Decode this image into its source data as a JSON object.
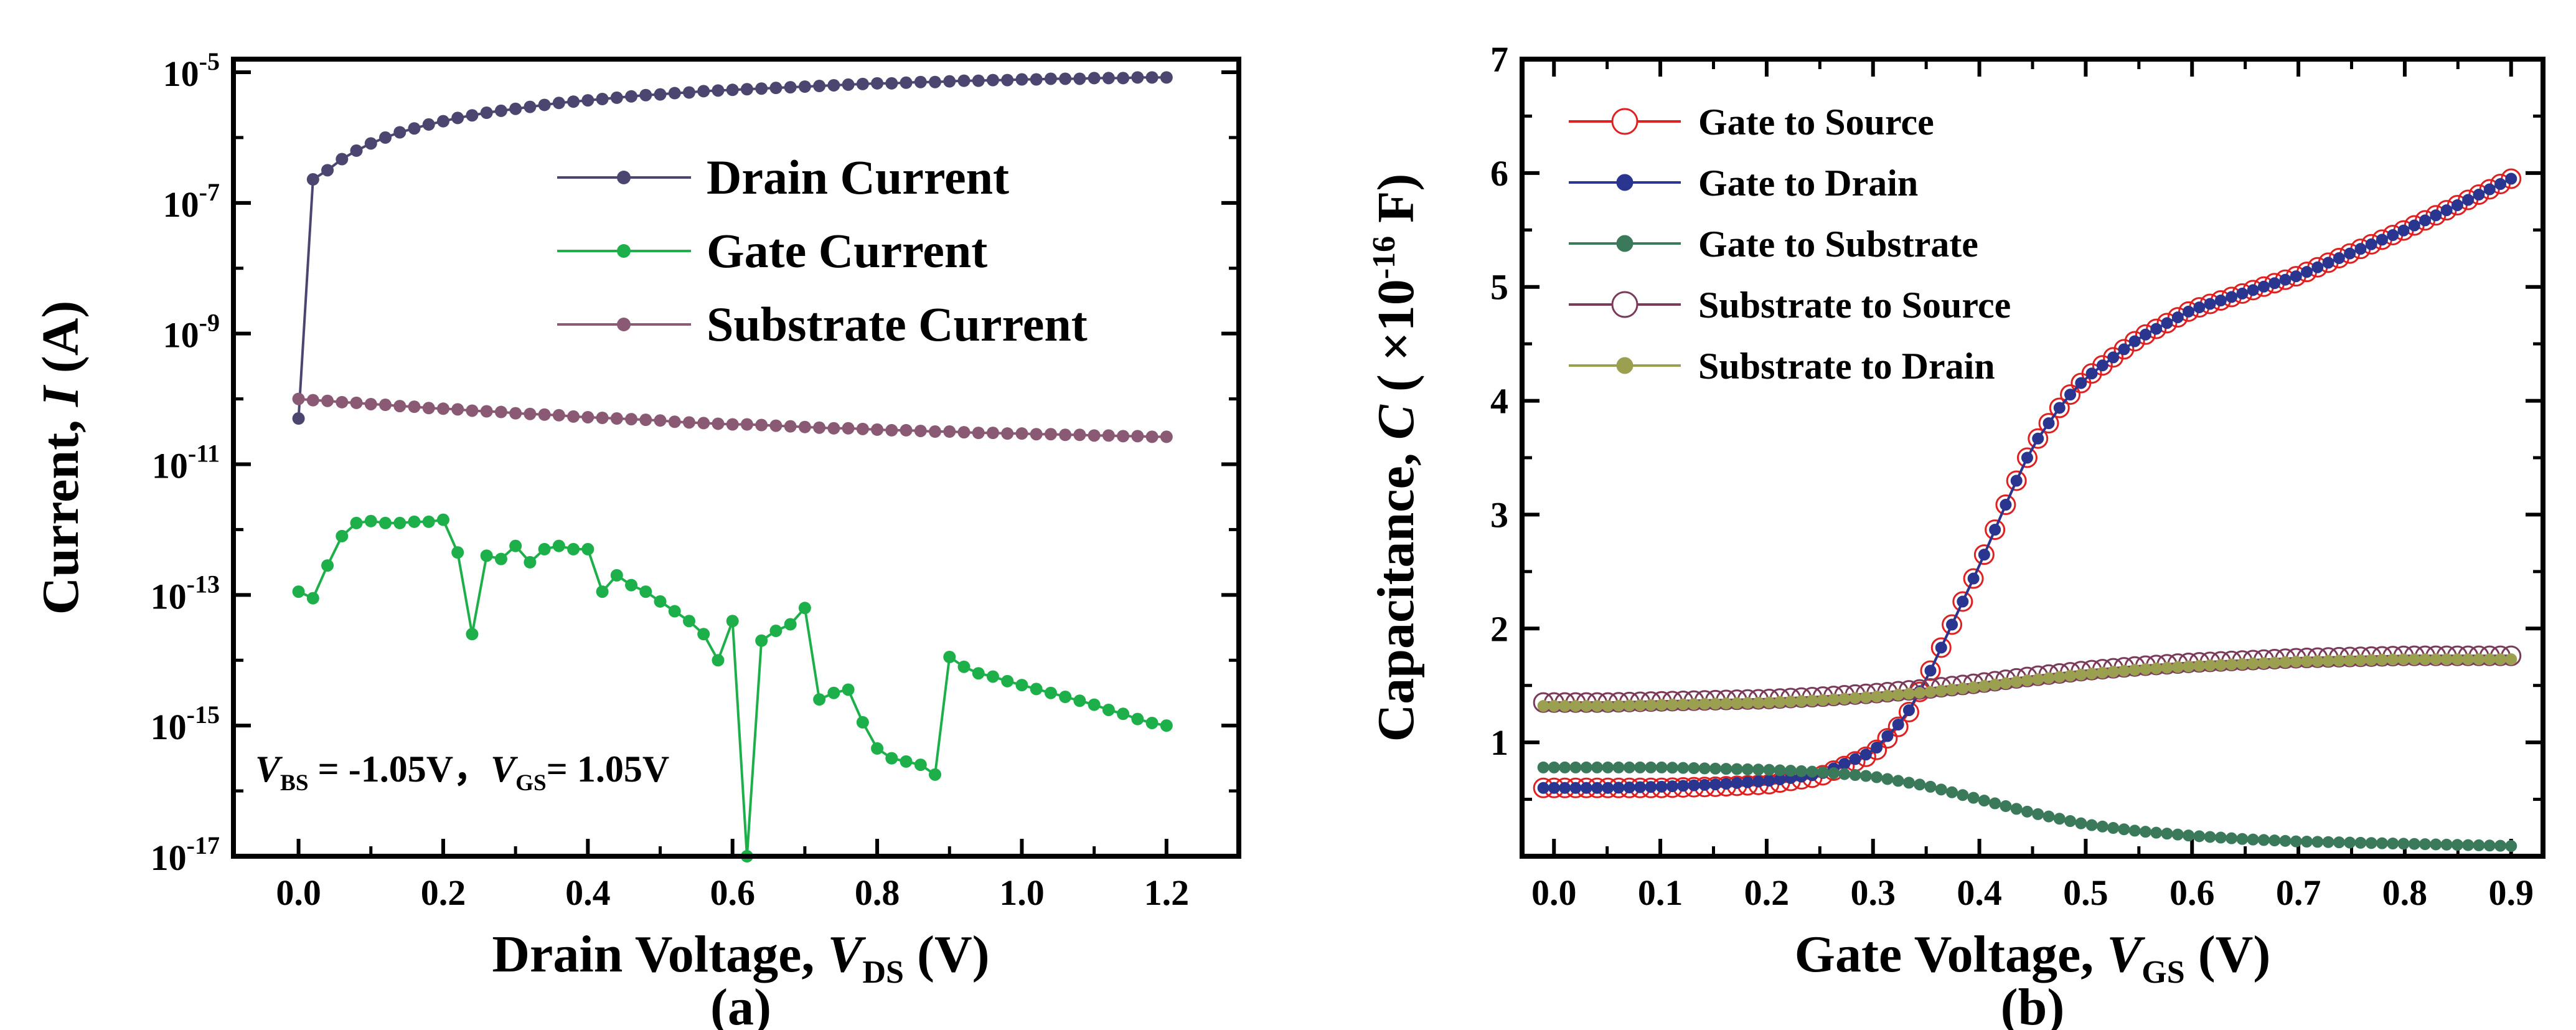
{
  "chart_data": [
    {
      "panel": "(a)",
      "type": "line",
      "xlabel": {
        "main": "Drain Voltage, ",
        "var": "V",
        "sub": "DS",
        "unit": " (V)"
      },
      "ylabel": {
        "main": "Current, ",
        "var": "I",
        "unit": " (A)"
      },
      "xlim": [
        -0.09,
        1.3
      ],
      "ylim_log10": [
        -17,
        -4.8
      ],
      "y_scale": "log",
      "xticks": [
        "0.0",
        "0.2",
        "0.4",
        "0.6",
        "0.8",
        "1.0",
        "1.2"
      ],
      "yticks": [
        {
          "base": "10",
          "exp": "-5"
        },
        {
          "base": "10",
          "exp": "-7"
        },
        {
          "base": "10",
          "exp": "-9"
        },
        {
          "base": "10",
          "exp": "-11"
        },
        {
          "base": "10",
          "exp": "-13"
        },
        {
          "base": "10",
          "exp": "-15"
        },
        {
          "base": "10",
          "exp": "-17"
        }
      ],
      "legend_position": "top-right",
      "annotation": {
        "v1": "V",
        "s1": "BS",
        "t1": " = -1.05V，",
        "v2": "V",
        "s2": "GS",
        "t2": "= 1.05V"
      },
      "x_step": 0.02,
      "series": [
        {
          "name": "Drain Current",
          "color": "#4a4670",
          "log10": [
            -10.3,
            -6.64,
            -6.5,
            -6.33,
            -6.2,
            -6.09,
            -6.0,
            -5.92,
            -5.86,
            -5.8,
            -5.75,
            -5.7,
            -5.66,
            -5.62,
            -5.59,
            -5.56,
            -5.53,
            -5.5,
            -5.47,
            -5.45,
            -5.43,
            -5.41,
            -5.39,
            -5.37,
            -5.35,
            -5.34,
            -5.32,
            -5.31,
            -5.29,
            -5.28,
            -5.27,
            -5.26,
            -5.25,
            -5.24,
            -5.23,
            -5.22,
            -5.21,
            -5.2,
            -5.19,
            -5.18,
            -5.17,
            -5.17,
            -5.16,
            -5.15,
            -5.15,
            -5.14,
            -5.13,
            -5.13,
            -5.12,
            -5.12,
            -5.11,
            -5.11,
            -5.1,
            -5.1,
            -5.1,
            -5.09,
            -5.09,
            -5.09,
            -5.08,
            -5.08,
            -5.08
          ]
        },
        {
          "name": "Gate Current",
          "color": "#1db04a",
          "log10": [
            -12.95,
            -13.05,
            -12.55,
            -12.1,
            -11.9,
            -11.87,
            -11.9,
            -11.9,
            -11.88,
            -11.88,
            -11.85,
            -12.35,
            -13.6,
            -12.4,
            -12.45,
            -12.25,
            -12.5,
            -12.3,
            -12.25,
            -12.3,
            -12.3,
            -12.95,
            -12.7,
            -12.85,
            -12.95,
            -13.1,
            -13.25,
            -13.4,
            -13.6,
            -14.0,
            -13.4,
            -17.0,
            -13.7,
            -13.55,
            -13.45,
            -13.2,
            -14.6,
            -14.5,
            -14.45,
            -14.95,
            -15.35,
            -15.5,
            -15.55,
            -15.6,
            -15.75,
            -13.95,
            -14.1,
            -14.2,
            -14.25,
            -14.32,
            -14.38,
            -14.44,
            -14.5,
            -14.56,
            -14.62,
            -14.68,
            -14.76,
            -14.82,
            -14.9,
            -14.96,
            -15.0
          ]
        },
        {
          "name": "Substrate Current",
          "color": "#8a5a74",
          "log10": [
            -10.0,
            -10.02,
            -10.03,
            -10.05,
            -10.06,
            -10.08,
            -10.09,
            -10.11,
            -10.12,
            -10.14,
            -10.15,
            -10.16,
            -10.18,
            -10.19,
            -10.2,
            -10.22,
            -10.23,
            -10.24,
            -10.25,
            -10.27,
            -10.28,
            -10.29,
            -10.3,
            -10.31,
            -10.32,
            -10.33,
            -10.35,
            -10.36,
            -10.37,
            -10.38,
            -10.39,
            -10.39,
            -10.4,
            -10.41,
            -10.42,
            -10.43,
            -10.44,
            -10.45,
            -10.45,
            -10.46,
            -10.47,
            -10.48,
            -10.48,
            -10.49,
            -10.5,
            -10.5,
            -10.51,
            -10.52,
            -10.52,
            -10.53,
            -10.53,
            -10.54,
            -10.54,
            -10.55,
            -10.55,
            -10.56,
            -10.56,
            -10.57,
            -10.57,
            -10.58,
            -10.58
          ]
        }
      ]
    },
    {
      "panel": "(b)",
      "type": "line",
      "xlabel": {
        "main": "Gate Voltage, ",
        "var": "V",
        "sub": "GS",
        "unit": " (V)"
      },
      "ylabel": {
        "main": "Capacitance, ",
        "var": "C",
        "pre": " ( ×10",
        "exp": "-16",
        "unit": " F)"
      },
      "xlim": [
        -0.03,
        0.93
      ],
      "ylim": [
        0,
        7
      ],
      "xticks": [
        "0.0",
        "0.1",
        "0.2",
        "0.3",
        "0.4",
        "0.5",
        "0.6",
        "0.7",
        "0.8",
        "0.9"
      ],
      "yticks": [
        "1",
        "2",
        "3",
        "4",
        "5",
        "6",
        "7"
      ],
      "legend_position": "top-left",
      "series": [
        {
          "name": "Gate to Source",
          "color": "#e02020",
          "marker": "open-circle",
          "x": [
            -0.01,
            0.05,
            0.1,
            0.15,
            0.2,
            0.25,
            0.3,
            0.33,
            0.35,
            0.37,
            0.4,
            0.43,
            0.45,
            0.48,
            0.5,
            0.55,
            0.6,
            0.65,
            0.7,
            0.75,
            0.8,
            0.85,
            0.9
          ],
          "y": [
            0.6,
            0.6,
            0.6,
            0.61,
            0.63,
            0.7,
            0.9,
            1.2,
            1.55,
            1.95,
            2.55,
            3.2,
            3.6,
            4.0,
            4.2,
            4.55,
            4.8,
            4.95,
            5.1,
            5.3,
            5.5,
            5.72,
            5.95
          ]
        },
        {
          "name": "Gate to Drain",
          "color": "#2a3590",
          "marker": "filled-circle",
          "x": [
            -0.01,
            0.05,
            0.1,
            0.15,
            0.2,
            0.25,
            0.3,
            0.33,
            0.35,
            0.37,
            0.4,
            0.43,
            0.45,
            0.48,
            0.5,
            0.55,
            0.6,
            0.65,
            0.7,
            0.75,
            0.8,
            0.85,
            0.9
          ],
          "y": [
            0.6,
            0.6,
            0.61,
            0.63,
            0.66,
            0.72,
            0.92,
            1.22,
            1.55,
            1.95,
            2.55,
            3.2,
            3.6,
            4.0,
            4.2,
            4.55,
            4.8,
            4.95,
            5.1,
            5.3,
            5.5,
            5.72,
            5.95
          ]
        },
        {
          "name": "Gate to Substrate",
          "color": "#3a7a5a",
          "marker": "filled-circle",
          "x": [
            -0.01,
            0.05,
            0.1,
            0.15,
            0.2,
            0.25,
            0.3,
            0.35,
            0.4,
            0.45,
            0.5,
            0.55,
            0.6,
            0.65,
            0.7,
            0.75,
            0.8,
            0.85,
            0.9
          ],
          "y": [
            0.78,
            0.78,
            0.78,
            0.77,
            0.76,
            0.74,
            0.7,
            0.62,
            0.5,
            0.38,
            0.28,
            0.22,
            0.18,
            0.15,
            0.13,
            0.12,
            0.11,
            0.1,
            0.09
          ]
        },
        {
          "name": "Substrate to Source",
          "color": "#7a3a5a",
          "marker": "open-circle",
          "x": [
            -0.01,
            0.05,
            0.1,
            0.15,
            0.2,
            0.25,
            0.3,
            0.35,
            0.4,
            0.45,
            0.5,
            0.55,
            0.6,
            0.65,
            0.7,
            0.75,
            0.8,
            0.85,
            0.9
          ],
          "y": [
            1.35,
            1.35,
            1.36,
            1.37,
            1.38,
            1.4,
            1.43,
            1.47,
            1.52,
            1.58,
            1.63,
            1.67,
            1.7,
            1.72,
            1.74,
            1.75,
            1.76,
            1.76,
            1.76
          ]
        },
        {
          "name": "Substrate to Drain",
          "color": "#9aa050",
          "marker": "filled-circle",
          "x": [
            -0.01,
            0.05,
            0.1,
            0.15,
            0.2,
            0.25,
            0.3,
            0.35,
            0.4,
            0.45,
            0.5,
            0.55,
            0.6,
            0.65,
            0.7,
            0.75,
            0.8,
            0.85,
            0.9
          ],
          "y": [
            1.32,
            1.32,
            1.33,
            1.34,
            1.35,
            1.37,
            1.4,
            1.44,
            1.49,
            1.55,
            1.6,
            1.64,
            1.67,
            1.69,
            1.71,
            1.72,
            1.73,
            1.73,
            1.73
          ]
        }
      ]
    }
  ]
}
